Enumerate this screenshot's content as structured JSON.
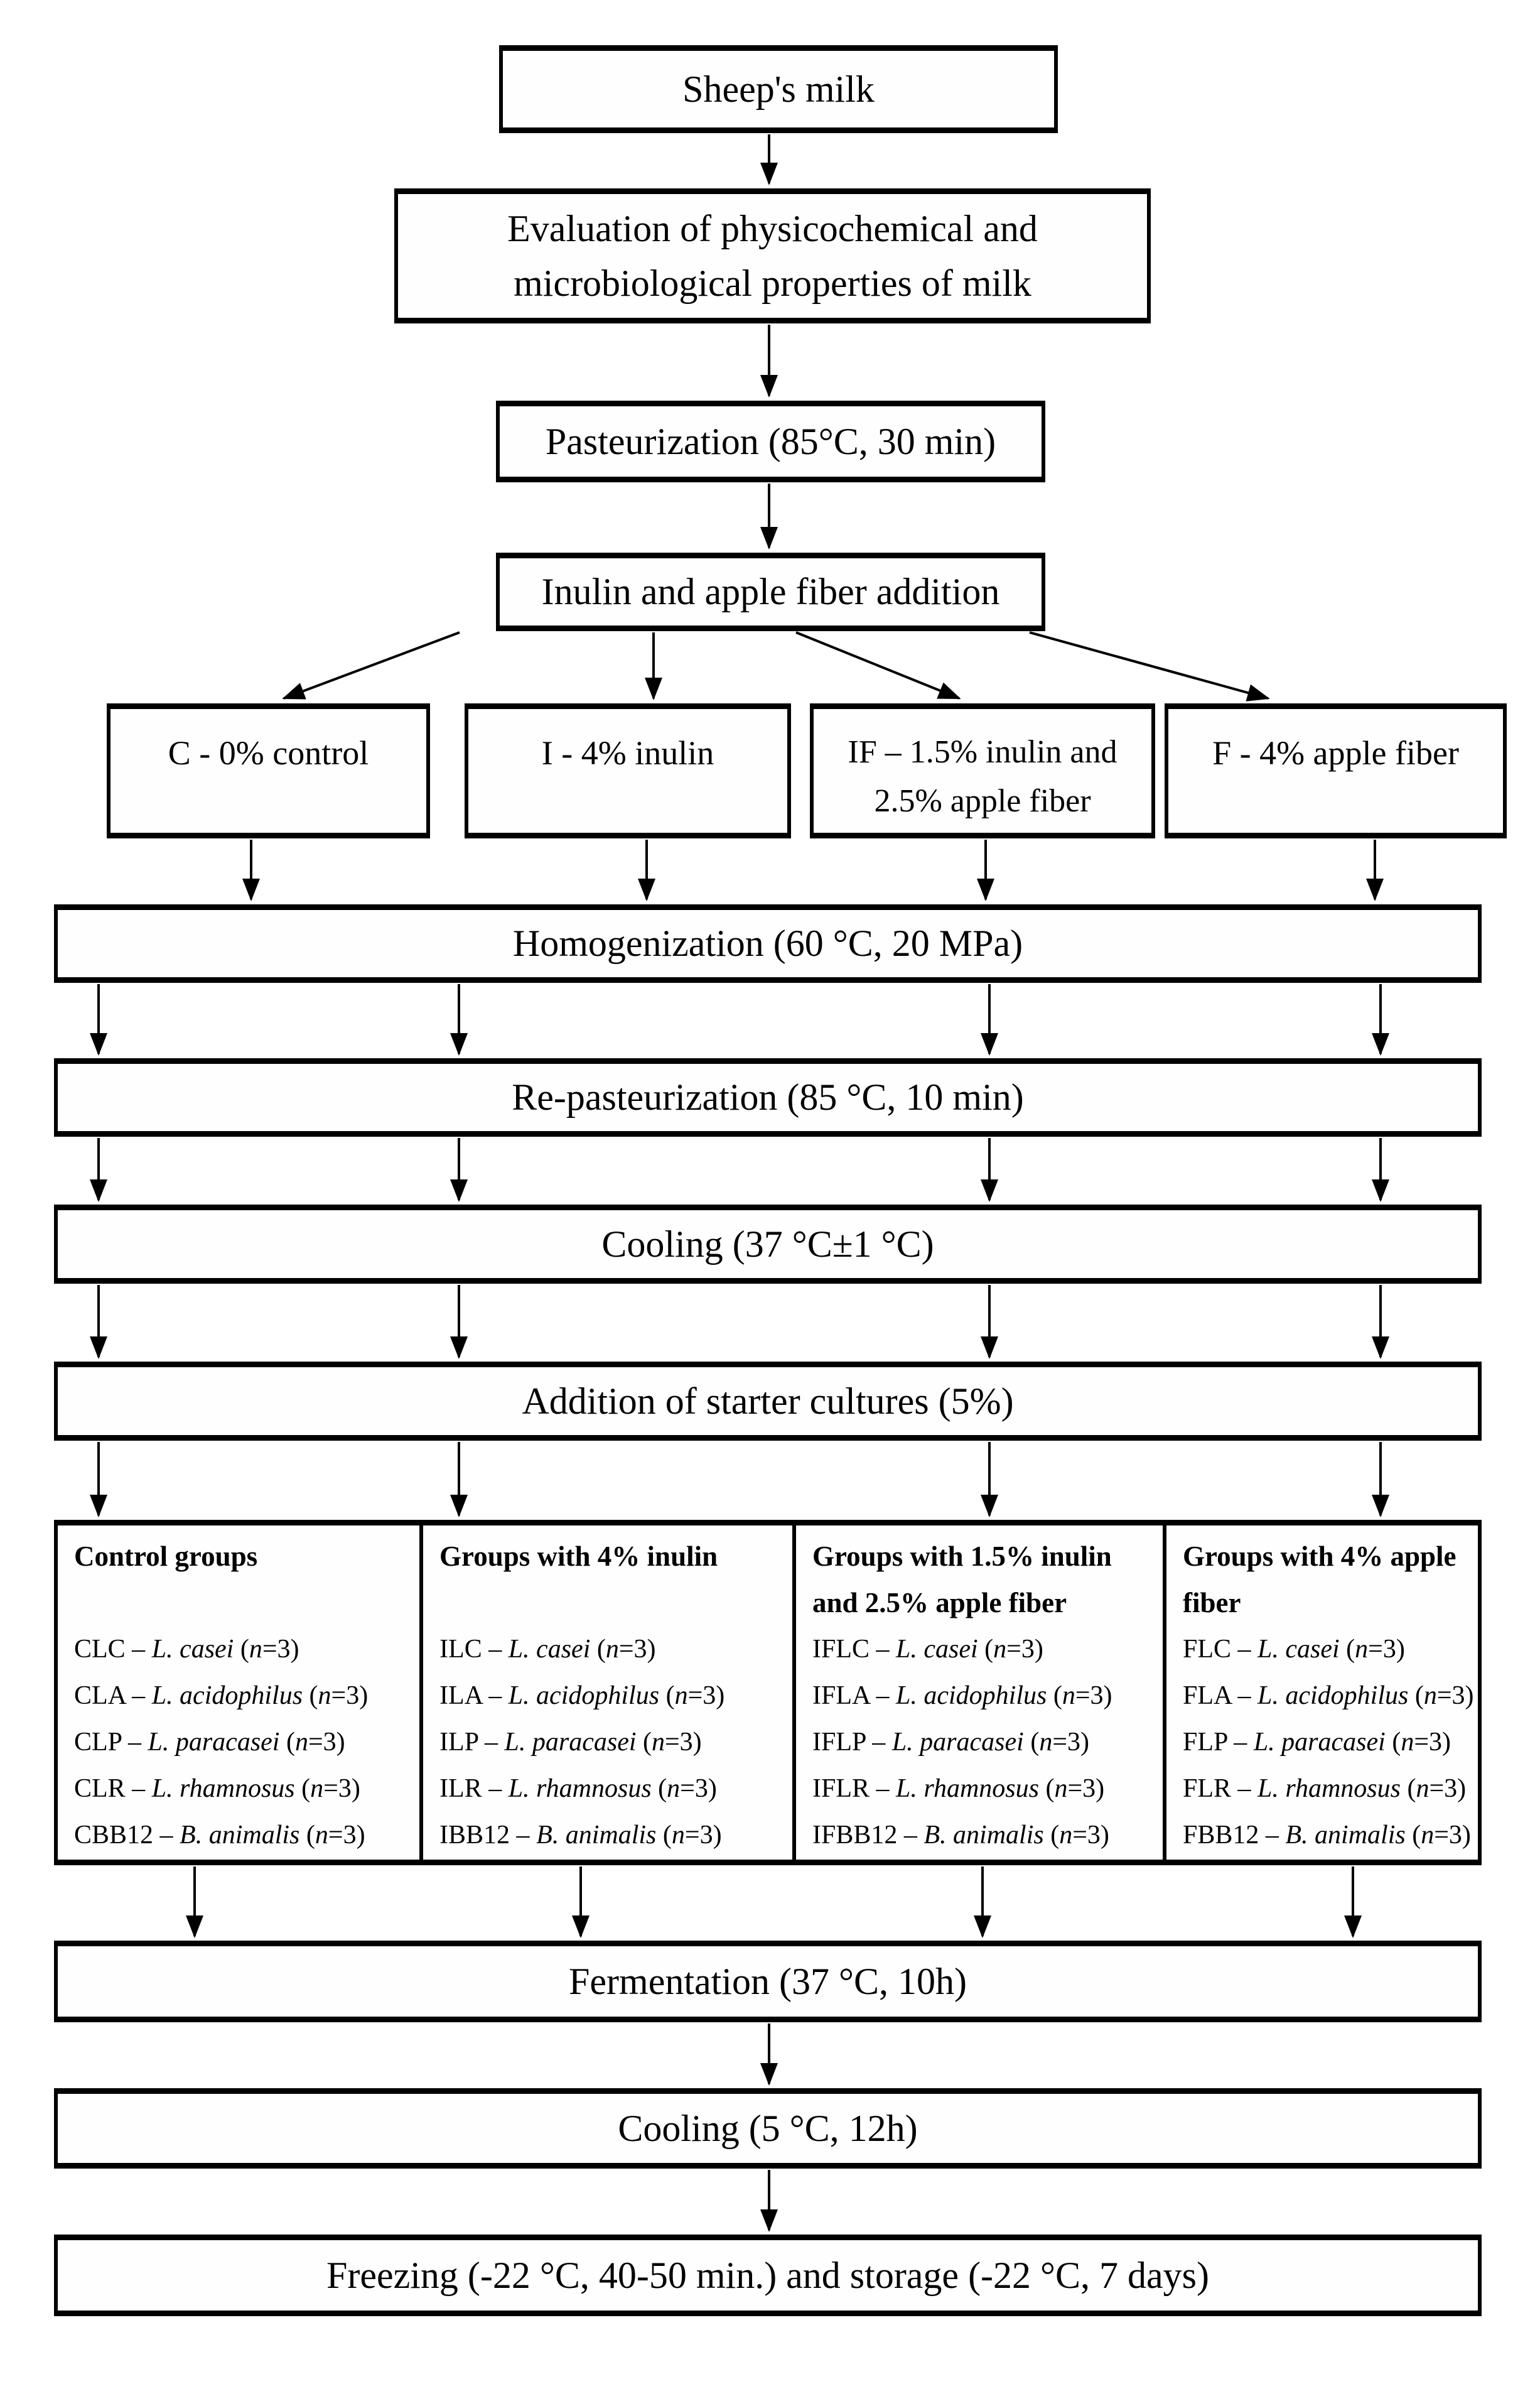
{
  "flow": {
    "sheep_milk": "Sheep's milk",
    "evaluation": "Evaluation of physicochemical and microbiological properties of milk",
    "pasteurization": "Pasteurization (85°C, 30 min)",
    "inulin_addition": "Inulin and apple fiber addition",
    "branch_c": "C - 0% control",
    "branch_i": "I - 4% inulin",
    "branch_if": "IF – 1.5% inulin and 2.5% apple fiber",
    "branch_f": "F - 4% apple fiber",
    "homogenization": "Homogenization (60 °C, 20 MPa)",
    "re_pasteurization": "Re-pasteurization (85 °C, 10 min)",
    "cooling_37": "Cooling (37 °C±1 °C)",
    "starter_cultures": "Addition of starter cultures (5%)",
    "fermentation": "Fermentation (37 °C, 10h)",
    "cooling_5": "Cooling (5 °C, 12h)",
    "freezing": "Freezing (-22 °C, 40-50 min.) and storage (-22 °C, 7 days)"
  },
  "groups": {
    "columns": [
      {
        "title": "Control groups",
        "items": [
          "CLC – *L. casei* (*n*=3)",
          "CLA – *L. acidophilus* (*n*=3)",
          "CLP – *L. paracasei* (*n*=3)",
          "CLR – *L. rhamnosus* (*n*=3)",
          "CBB12 – *B. animalis* (*n*=3)"
        ]
      },
      {
        "title": "Groups with 4% inulin",
        "items": [
          "ILC – *L. casei* (*n*=3)",
          "ILA – *L. acidophilus* (*n*=3)",
          "ILP – *L. paracasei* (*n*=3)",
          "ILR – *L. rhamnosus* (*n*=3)",
          "IBB12 – *B. animalis* (*n*=3)"
        ]
      },
      {
        "title": "Groups with 1.5% inulin and 2.5% apple fiber",
        "items": [
          "IFLC – *L. casei* (*n*=3)",
          "IFLA – *L. acidophilus* (*n*=3)",
          "IFLP – *L. paracasei* (*n*=3)",
          "IFLR – *L. rhamnosus* (*n*=3)",
          "IFBB12 – *B. animalis* (*n*=3)"
        ]
      },
      {
        "title": "Groups with 4% apple fiber",
        "items": [
          "FLC – *L. casei* (*n*=3)",
          "FLA – *L. acidophilus* (*n*=3)",
          "FLP – *L. paracasei* (*n*=3)",
          "FLR – *L. rhamnosus* (*n*=3)",
          "FBB12 – *B. animalis* (*n*=3)"
        ]
      }
    ]
  },
  "colors": {
    "border": "#000000",
    "background": "#ffffff",
    "text": "#000000"
  }
}
